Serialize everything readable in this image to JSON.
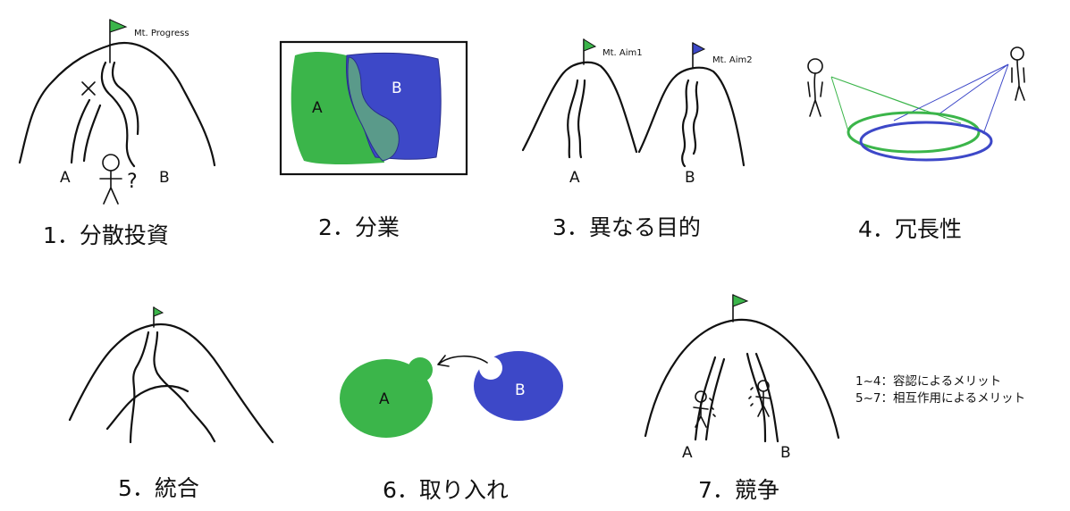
{
  "colors": {
    "green": "#3bb54a",
    "blue": "#3d48c8",
    "overlap": "#5a9a8a",
    "ink": "#111111"
  },
  "panel1": {
    "caption": "1．分散投資",
    "flag_label": "Mt. Progress",
    "path_a": "A",
    "path_b": "B",
    "question": "?"
  },
  "panel2": {
    "caption": "2．分業",
    "region_a": "A",
    "region_b": "B"
  },
  "panel3": {
    "caption": "3．異なる目的",
    "flag_a_label": "Mt. Aim1",
    "flag_b_label": "Mt. Aim2",
    "mountain_a": "A",
    "mountain_b": "B"
  },
  "panel4": {
    "caption": "4．冗長性"
  },
  "panel5": {
    "caption": "5．統合"
  },
  "panel6": {
    "caption": "6．取り入れ",
    "blob_a": "A",
    "blob_b": "B"
  },
  "panel7": {
    "caption": "7．競争",
    "path_a": "A",
    "path_b": "B"
  },
  "legend": {
    "line1": "1~4：容認によるメリット",
    "line2": "5~7：相互作用によるメリット"
  }
}
